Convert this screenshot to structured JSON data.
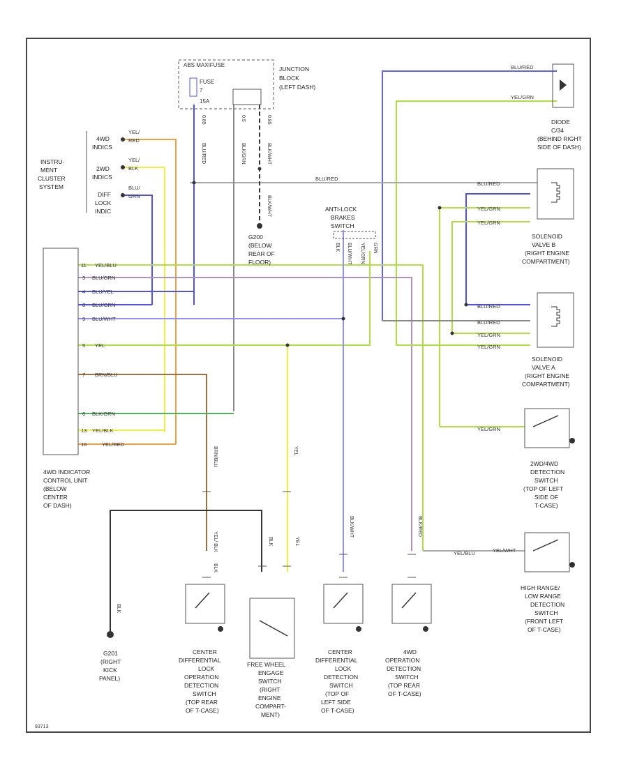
{
  "diagram_id": "93713",
  "colors": {
    "frame": "#444444",
    "ground": "#333333",
    "blu_red": "#6060ff",
    "yel_grn": "#b0e040",
    "blu_yel": "#5050ee",
    "yellow": "#f0f040",
    "orange": "#f0a040",
    "blu_grn": "#5050ee",
    "blu_wht": "#9090ff",
    "brn_blu": "#a07040",
    "blk_grn": "#50b060",
    "blk_wht": "#888888",
    "blk_red": "#b090c0",
    "gray": "#aaaaaa"
  },
  "labels": {
    "abs_header": "ABS MAXIFUSE",
    "fuse": "FUSE",
    "fuse_no": "7",
    "fuse_amp": "15A",
    "junction_block": [
      "JUNCTION",
      "BLOCK",
      "(LEFT DASH)"
    ],
    "instrument_cluster": [
      "INSTRU-",
      "MENT",
      "CLUSTER",
      "SYSTEM"
    ],
    "cluster_indicators": [
      {
        "name": [
          "4WD",
          "INDICS"
        ],
        "wire": [
          "YEL/",
          "RED"
        ]
      },
      {
        "name": [
          "2WD",
          "INDICS"
        ],
        "wire": [
          "YEL/",
          "BLK"
        ]
      },
      {
        "name": [
          "DIFF",
          "LOCK",
          "INDIC"
        ],
        "wire": [
          "BLU/",
          "GRN"
        ]
      }
    ],
    "diode": [
      "DIODE",
      "C/34",
      "(BEHIND RIGHT",
      "SIDE OF DASH)"
    ],
    "ground_floor": [
      "G200",
      "(BELOW",
      "REAR OF",
      "FLOOR)"
    ],
    "antilock": [
      "ANTI-LOCK",
      "BRAKES",
      "SWITCH"
    ],
    "solenoid_b": [
      "SOLENOID",
      "VALVE B",
      "(RIGHT ENGINE",
      "COMPARTMENT)"
    ],
    "solenoid_a": [
      "SOLENOID",
      "VALVE A",
      "(RIGHT ENGINE",
      "COMPARTMENT)"
    ],
    "switch_2wd4wd": [
      "2WD/4WD",
      "DETECTION",
      "SWITCH",
      "(TOP OF LEFT",
      "SIDE OF",
      "T-CASE)"
    ],
    "switch_range": [
      "HIGH RANGE/",
      "LOW RANGE",
      "DETECTION",
      "SWITCH",
      "(FRONT LEFT",
      "OF T-CASE)"
    ],
    "control_unit": [
      "4WD INDICATOR",
      "CONTROL UNIT",
      "(BELOW",
      "CENTER",
      "OF DASH)"
    ],
    "ground_kick": [
      "G201",
      "(RIGHT",
      "KICK",
      "PANEL)"
    ],
    "sw_cdl_op": [
      "CENTER",
      "DIFFERENTIAL",
      "LOCK",
      "OPERATION",
      "DETECTION",
      "SWITCH",
      "(TOP REAR",
      "OF T-CASE)"
    ],
    "sw_free_wheel": [
      "FREE WHEEL",
      "ENGAGE",
      "SWITCH",
      "(RIGHT",
      "ENGINE",
      "COMPART-",
      "MENT)"
    ],
    "sw_cdl_det": [
      "CENTER",
      "DIFFERENTIAL",
      "LOCK",
      "DETECTION",
      "SWITCH",
      "(TOP OF",
      "LEFT SIDE",
      "OF T-CASE)"
    ],
    "sw_4wd_op": [
      "4WD",
      "OPERATION",
      "DETECTION",
      "SWITCH",
      "(TOP REAR",
      "OF T-CASE)"
    ]
  },
  "control_unit_pins": [
    {
      "pin": "11",
      "wire": "YEL/BLU"
    },
    {
      "pin": "3",
      "wire": "BLU/GRN"
    },
    {
      "pin": "4",
      "wire": "BLU/YEL"
    },
    {
      "pin": "8",
      "wire": "BLU/GRN"
    },
    {
      "pin": "9",
      "wire": "BLU/WHT"
    },
    {
      "pin": "5",
      "wire": "YEL"
    },
    {
      "pin": "7",
      "wire": "BRN/BLU"
    },
    {
      "pin": "6",
      "wire": "BLK/GRN"
    },
    {
      "pin": "13",
      "wire": "YEL/BLK"
    },
    {
      "pin": "16",
      "wire": "YEL/RED"
    }
  ],
  "wire_labels": {
    "blu_red": "BLU/RED",
    "yel_grn": "YEL/GRN",
    "blu_red_trunk": "BLU/RED",
    "sol_b_1": "BLU/RED",
    "sol_b_2": "YEL/GRN",
    "sol_b_3": "YEL/GRN",
    "sol_a_1": "BLU/RED",
    "sol_a_2": "BLU/RED",
    "sol_a_3": "YEL/GRN",
    "sol_a_4": "YEL/GRN",
    "sw_2wd": "YEL/GRN",
    "sw_range": "YEL/BLU",
    "sw_range_2": "YEL/WHT",
    "brn_blu": "BRN/BLU",
    "yel": "YEL",
    "blk_wht": "BLK/WHT",
    "blk_red": "BLK/RED",
    "blk": "BLK",
    "yel_blk": "YEL/ BLK",
    "blk_yel": "BLK",
    "yel_2": "YEL",
    "jb_wire_1": "BLU/RED",
    "jb_wire_2": "BLK/GRN",
    "jb_wire_3": "BLK/WHT",
    "jb_size_1": "0.85",
    "jb_size_2": "0.5",
    "jb_size_3": "0.85",
    "blk_lbl": "BLK",
    "ab_1": "BLK",
    "ab_2": "BLU/WHT",
    "ab_3": "YEL/GRN",
    "ab_4": "GRN"
  }
}
